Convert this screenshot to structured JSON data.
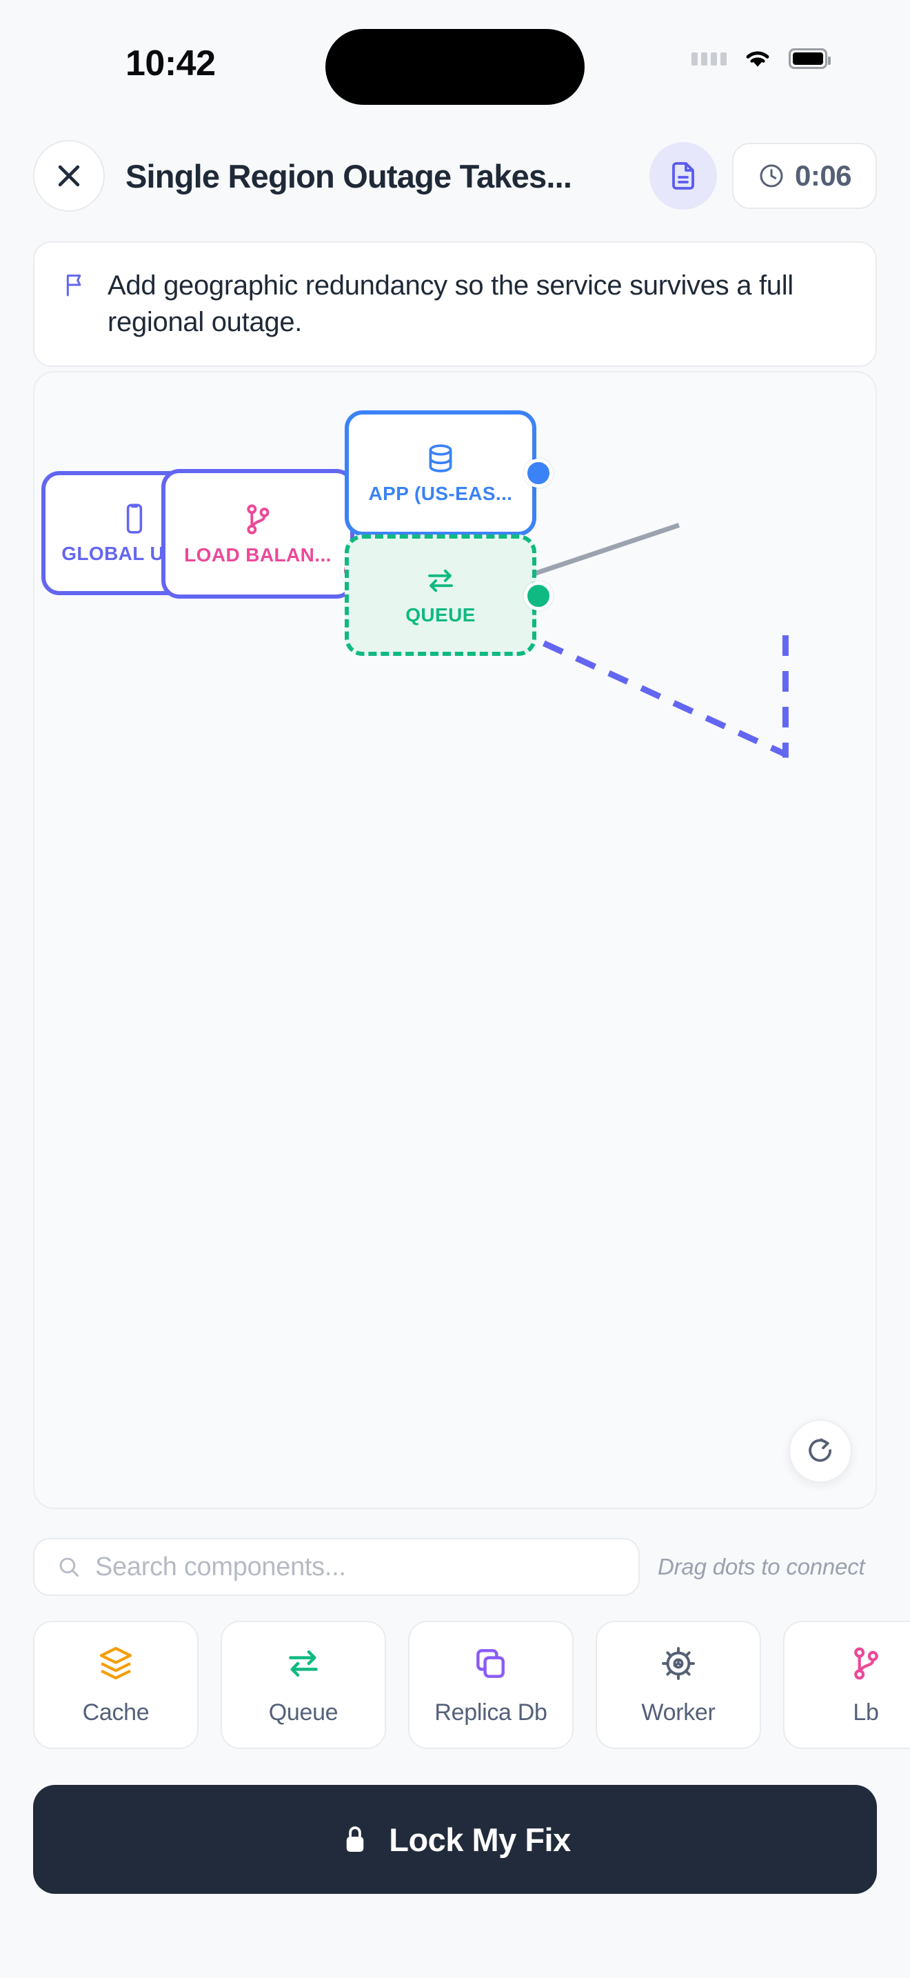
{
  "status_bar": {
    "time": "10:42",
    "signal_icon": "signal-dots-icon",
    "wifi_icon": "wifi-icon",
    "battery_icon": "battery-icon"
  },
  "header": {
    "close_icon": "close-icon",
    "title": "Single Region Outage Takes...",
    "doc_icon": "document-icon",
    "timer_icon": "clock-icon",
    "timer_value": "0:06"
  },
  "task": {
    "flag_icon": "flag-icon",
    "text": "Add geographic redundancy so the service survives a full regional outage."
  },
  "canvas": {
    "refresh_icon": "refresh-icon",
    "nodes": [
      {
        "id": "global",
        "label": "GLOBAL USE...",
        "icon": "smartphone-icon",
        "border_color": "#6366f1",
        "label_color": "#6366f1",
        "port_color": "#6366f1"
      },
      {
        "id": "lb",
        "label": "LOAD BALAN...",
        "icon": "git-branch-icon",
        "border_color": "#6366f1",
        "label_color": "#ec4899",
        "port_color": "#ec4899"
      },
      {
        "id": "app",
        "label": "APP (US-EAS...",
        "icon": "database-icon",
        "border_color": "#3b82f6",
        "label_color": "#3b82f6",
        "port_color": "#3b82f6"
      },
      {
        "id": "queue",
        "label": "QUEUE",
        "icon": "queue-arrows-icon",
        "border_color": "#10b981",
        "label_color": "#10b981",
        "port_color": "#10b981",
        "fill": "#e7f7f0",
        "border_style": "dashed"
      }
    ],
    "edges": [
      {
        "from": "global",
        "to": "lb",
        "style": "solid",
        "color": "#9ca3af"
      },
      {
        "from": "lb",
        "to": "app",
        "style": "solid",
        "color": "#9ca3af"
      },
      {
        "from": "lb",
        "to": "queue",
        "style": "dashed",
        "color": "#6366f1"
      },
      {
        "from": "app",
        "to": "queue",
        "style": "dashed",
        "color": "#6366f1"
      }
    ]
  },
  "search": {
    "icon": "search-icon",
    "placeholder": "Search components...",
    "value": "",
    "hint": "Drag dots to connect"
  },
  "palette": {
    "items": [
      {
        "label": "Cache",
        "icon": "layers-icon",
        "color": "#f59e0b"
      },
      {
        "label": "Queue",
        "icon": "queue-arrows-icon",
        "color": "#10b981"
      },
      {
        "label": "Replica Db",
        "icon": "copy-icon",
        "color": "#8b5cf6"
      },
      {
        "label": "Worker",
        "icon": "gear-icon",
        "color": "#566074"
      },
      {
        "label": "Lb",
        "icon": "git-branch-icon",
        "color": "#ec4899"
      }
    ]
  },
  "cta": {
    "icon": "lock-icon",
    "label": "Lock My Fix"
  },
  "colors": {
    "indigo": "#6366f1",
    "pink": "#ec4899",
    "blue": "#3b82f6",
    "green": "#10b981",
    "orange": "#f59e0b",
    "purple": "#8b5cf6",
    "navy": "#212b3b",
    "page_bg": "#f8f9fa"
  }
}
